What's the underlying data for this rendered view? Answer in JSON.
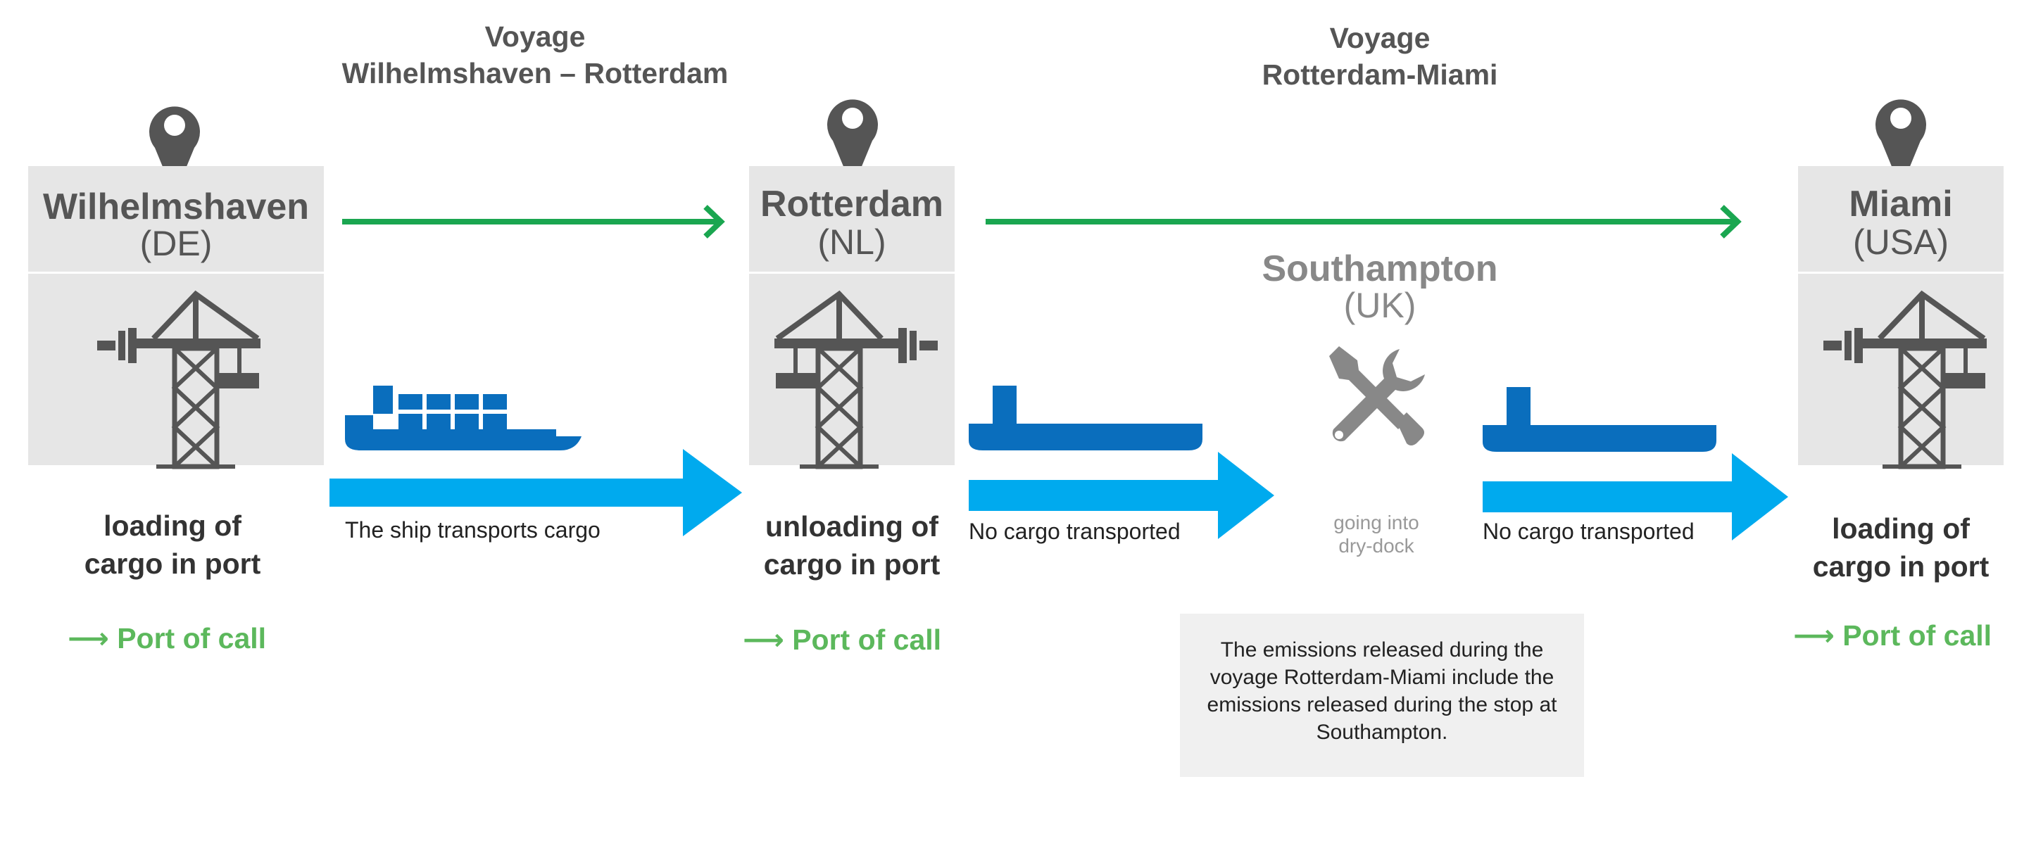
{
  "voyages": [
    {
      "label": "Voyage",
      "route": "Wilhelmshaven – Rotterdam"
    },
    {
      "label": "Voyage",
      "route": "Rotterdam-Miami"
    }
  ],
  "ports": [
    {
      "name": "Wilhelmshaven",
      "country": "(DE)",
      "action": "loading of cargo in port",
      "port_of_call": "Port of call"
    },
    {
      "name": "Rotterdam",
      "country": "(NL)",
      "action": "unloading of cargo in port",
      "port_of_call": "Port of call"
    },
    {
      "name": "Miami",
      "country": "(USA)",
      "action": "loading of cargo in port",
      "port_of_call": "Port of call"
    }
  ],
  "stop": {
    "name": "Southampton",
    "country": "(UK)",
    "activity": "going into dry-dock"
  },
  "legs": [
    {
      "caption": "The ship transports cargo"
    },
    {
      "caption": "No cargo transported"
    },
    {
      "caption": "No cargo transported"
    }
  ],
  "note": "The emissions released during the voyage Rotterdam-Miami include the emissions released during the stop at Southampton.",
  "icons": {
    "pin": "map-pin-icon",
    "crane": "port-crane-icon",
    "ship_loaded": "cargo-ship-icon",
    "ship_empty": "empty-ship-icon",
    "repair": "wrench-screwdriver-icon",
    "poc_arrow": "right-arrow-icon"
  },
  "colors": {
    "voyage_arrow": "#1aa650",
    "leg_arrow": "#00aaee",
    "ship": "#0a6ebd",
    "icon_gray": "#555555",
    "port_box": "#e6e6e6",
    "port_of_call": "#5cb85c",
    "note_box": "#f0f0f0"
  }
}
